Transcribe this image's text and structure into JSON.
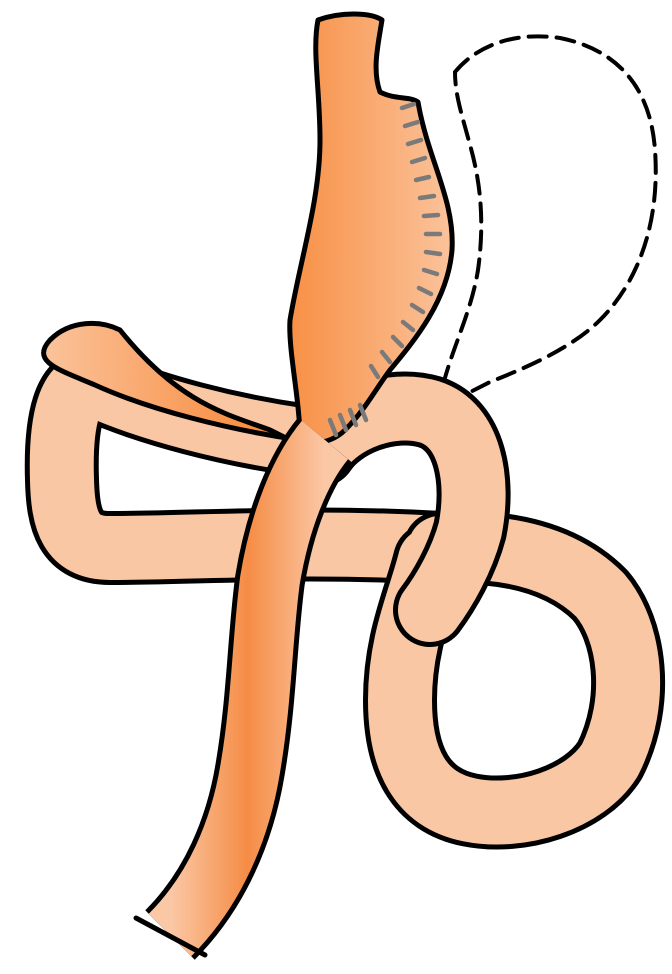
{
  "diagram": {
    "colors": {
      "stomach_core": "#f7893a",
      "stomach_edge": "#fbc39b",
      "intestine_fill": "#f9c7a3",
      "intestine_core": "#f58c45",
      "outline": "#000000",
      "staple_line": "#7a7a7a",
      "removed_outline": "#000000",
      "background": "#ffffff"
    },
    "parts": [
      {
        "name": "stomach-pouch",
        "style": "solid"
      },
      {
        "name": "removed-stomach",
        "style": "dashed"
      },
      {
        "name": "staple-line",
        "style": "hatched"
      },
      {
        "name": "intestinal-limb",
        "style": "solid"
      },
      {
        "name": "loop",
        "style": "solid"
      }
    ]
  }
}
